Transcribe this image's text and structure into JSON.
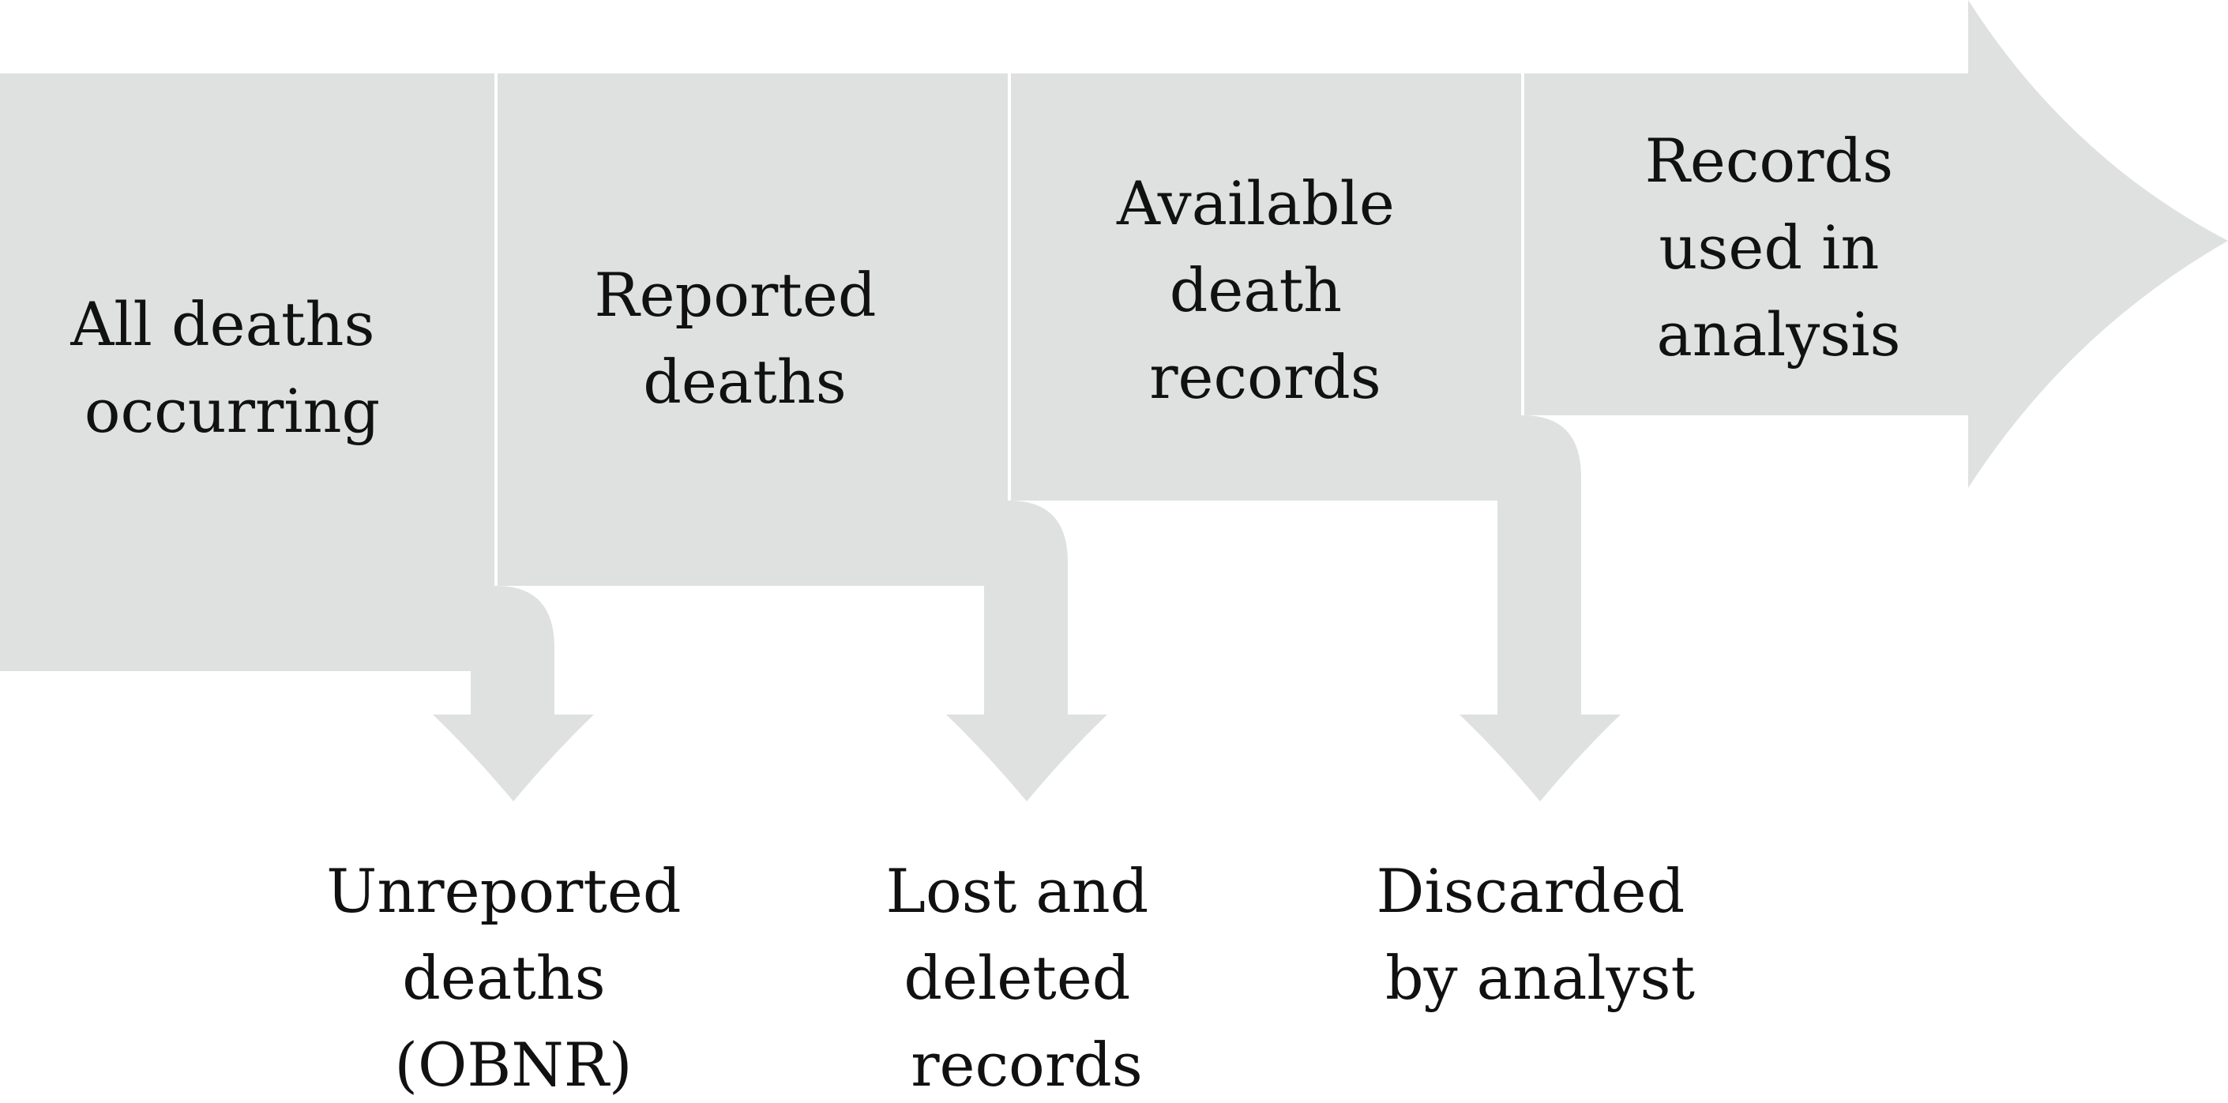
{
  "stages": [
    {
      "label_lines": [
        "All deaths",
        "occurring"
      ]
    },
    {
      "label_lines": [
        "Reported",
        "deaths"
      ]
    },
    {
      "label_lines": [
        "Available",
        "death",
        "records"
      ]
    },
    {
      "label_lines": [
        "Records",
        "used in",
        "analysis"
      ]
    }
  ],
  "losses": [
    {
      "label_lines": [
        "Unreported",
        "deaths",
        "(OBNR)"
      ]
    },
    {
      "label_lines": [
        "Lost and",
        "deleted",
        "records"
      ]
    },
    {
      "label_lines": [
        "Discarded",
        "by analyst"
      ]
    }
  ],
  "colors": {
    "shape_fill": "#dfe1e0",
    "divider": "#ffffff",
    "text": "#111111"
  }
}
